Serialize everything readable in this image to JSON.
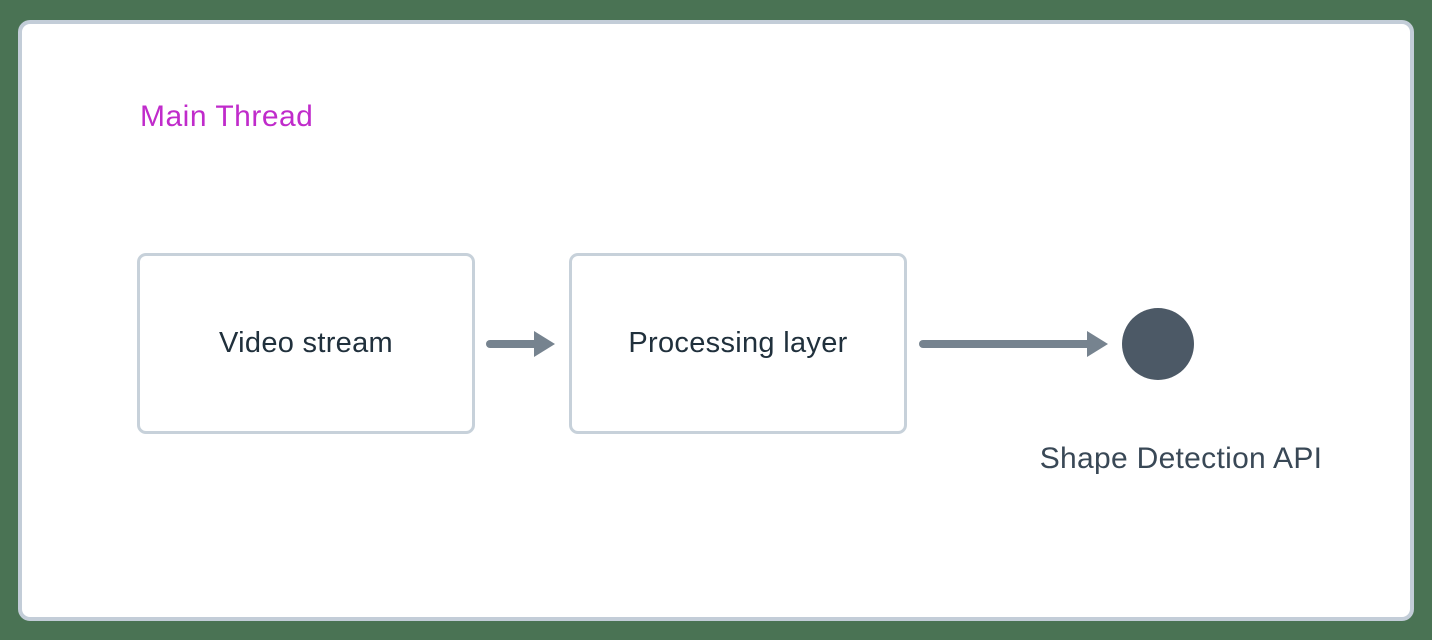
{
  "page": {
    "background_color": "#4a7354"
  },
  "card": {
    "background_color": "#ffffff",
    "border_color": "#c3cdd8",
    "title": "Main Thread",
    "title_color": "#c02bcb"
  },
  "diagram": {
    "nodes": [
      {
        "id": "video-stream",
        "type": "box",
        "label": "Video stream"
      },
      {
        "id": "processing-layer",
        "type": "box",
        "label": "Processing layer"
      },
      {
        "id": "shape-detection-api",
        "type": "circle",
        "label": "Shape Detection API"
      }
    ],
    "edges": [
      {
        "from": "video-stream",
        "to": "processing-layer",
        "style": "arrow"
      },
      {
        "from": "processing-layer",
        "to": "shape-detection-api",
        "style": "arrow"
      }
    ],
    "colors": {
      "box_border": "#c7d1da",
      "box_text": "#20303c",
      "arrow": "#76838f",
      "circle_fill": "#4c5966",
      "api_label_text": "#394856"
    }
  }
}
